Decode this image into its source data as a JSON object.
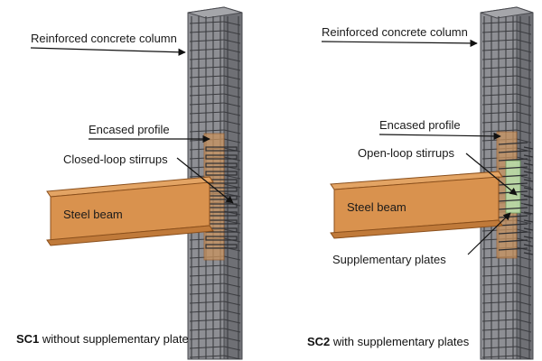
{
  "panel_left": {
    "column_label": "Reinforced concrete column",
    "profile_label": "Encased profile",
    "stirrups_label": "Closed-loop stirrups",
    "beam_label": "Steel beam",
    "caption_bold": "SC1",
    "caption_rest": " without supplementary plate"
  },
  "panel_right": {
    "column_label": "Reinforced concrete column",
    "profile_label": "Encased profile",
    "stirrups_label": "Open-loop stirrups",
    "beam_label": "Steel beam",
    "plates_label": "Supplementary plates",
    "caption_bold": "SC2",
    "caption_rest": " with supplementary plates"
  },
  "colors": {
    "concrete": "#8e8f94",
    "concrete_dark": "#55565b",
    "rebar": "#3b3c40",
    "steel_beam": "#d9924e",
    "steel_beam_dark": "#9c5b22",
    "encased_profile": "#c9935f",
    "supplementary_plate": "#b9d9a6"
  }
}
